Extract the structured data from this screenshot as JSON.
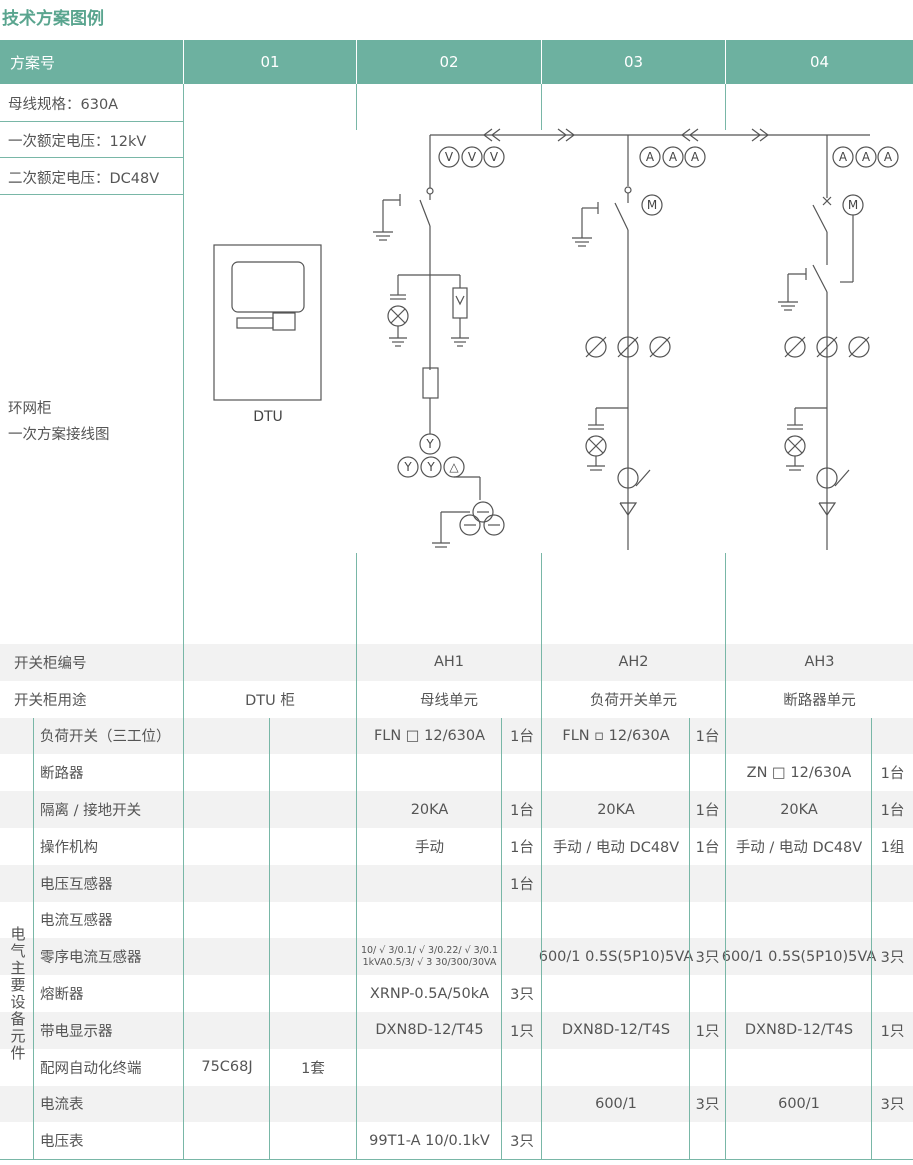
{
  "title": "技术方案图例",
  "header": {
    "first": "方案号",
    "cols": [
      "01",
      "02",
      "03",
      "04"
    ]
  },
  "specs": [
    "母线规格：630A",
    "一次额定电压：12kV",
    "二次额定电压：DC48V"
  ],
  "diagram_label": [
    "环网柜",
    "一次方案接线图"
  ],
  "diagram": {
    "dtu_label": "DTU",
    "meter_v": [
      "V",
      "V",
      "V"
    ],
    "meter_a": [
      "A",
      "A",
      "A"
    ],
    "motor": "M",
    "pt_top": "Y",
    "pt_row": [
      "Y",
      "Y",
      "△"
    ]
  },
  "cabinet_no": {
    "label": "开关柜编号",
    "values": [
      "",
      "AH1",
      "AH2",
      "AH3"
    ]
  },
  "cabinet_use": {
    "label": "开关柜用途",
    "values": [
      "DTU 柜",
      "母线单元",
      "负荷开关单元",
      "断路器单元"
    ]
  },
  "group_label": "电气主要设备元件",
  "rows": [
    {
      "name": "负荷开关（三工位）",
      "c1": "",
      "q1": "",
      "c2": "FLN □ 12/630A",
      "q2": "1台",
      "c3": "FLN ▫ 12/630A",
      "q3": "1台",
      "c4": "",
      "q4": ""
    },
    {
      "name": "断路器",
      "c1": "",
      "q1": "",
      "c2": "",
      "q2": "",
      "c3": "",
      "q3": "",
      "c4": "ZN □ 12/630A",
      "q4": "1台"
    },
    {
      "name": "隔离 / 接地开关",
      "c1": "",
      "q1": "",
      "c2": "20KA",
      "q2": "1台",
      "c3": "20KA",
      "q3": "1台",
      "c4": "20KA",
      "q4": "1台"
    },
    {
      "name": "操作机构",
      "c1": "",
      "q1": "",
      "c2": "手动",
      "q2": "1台",
      "c3": "手动 / 电动 DC48V",
      "q3": "1台",
      "c4": "手动 / 电动 DC48V",
      "q4": "1组"
    },
    {
      "name": "电压互感器",
      "c1": "",
      "q1": "",
      "c2": "",
      "q2": "1台",
      "c3": "",
      "q3": "",
      "c4": "",
      "q4": ""
    },
    {
      "name": "电流互感器",
      "c1": "",
      "q1": "",
      "c2": "",
      "q2": "",
      "c3": "",
      "q3": "",
      "c4": "",
      "q4": ""
    },
    {
      "name": "零序电流互感器",
      "c1": "",
      "q1": "",
      "c2": "10/ √ 3/0.1/ √ 3/0.22/ √ 3/0.1 1kVA0.5/3/ √ 3 30/300/30VA",
      "q2": "",
      "c3": "600/1 0.5S(5P10)5VA",
      "q3": "3只",
      "c4": "600/1 0.5S(5P10)5VA",
      "q4": "3只"
    },
    {
      "name": "熔断器",
      "c1": "",
      "q1": "",
      "c2": "XRNP-0.5A/50kA",
      "q2": "3只",
      "c3": "",
      "q3": "",
      "c4": "",
      "q4": ""
    },
    {
      "name": "带电显示器",
      "c1": "",
      "q1": "",
      "c2": "DXN8D-12/T45",
      "q2": "1只",
      "c3": "DXN8D-12/T4S",
      "q3": "1只",
      "c4": "DXN8D-12/T4S",
      "q4": "1只"
    },
    {
      "name": "配网自动化终端",
      "c1": "75C68J",
      "q1": "1套",
      "c2": "",
      "q2": "",
      "c3": "",
      "q3": "",
      "c4": "",
      "q4": ""
    },
    {
      "name": "电流表",
      "c1": "",
      "q1": "",
      "c2": "",
      "q2": "",
      "c3": "600/1",
      "q3": "3只",
      "c4": "600/1",
      "q4": "3只"
    },
    {
      "name": "电压表",
      "c1": "",
      "q1": "",
      "c2": "99T1-A 10/0.1kV",
      "q2": "3只",
      "c3": "",
      "q3": "",
      "c4": "",
      "q4": ""
    }
  ],
  "colors": {
    "accent": "#6db1a0",
    "line": "#79b7a7",
    "band": "#f2f2f2"
  }
}
